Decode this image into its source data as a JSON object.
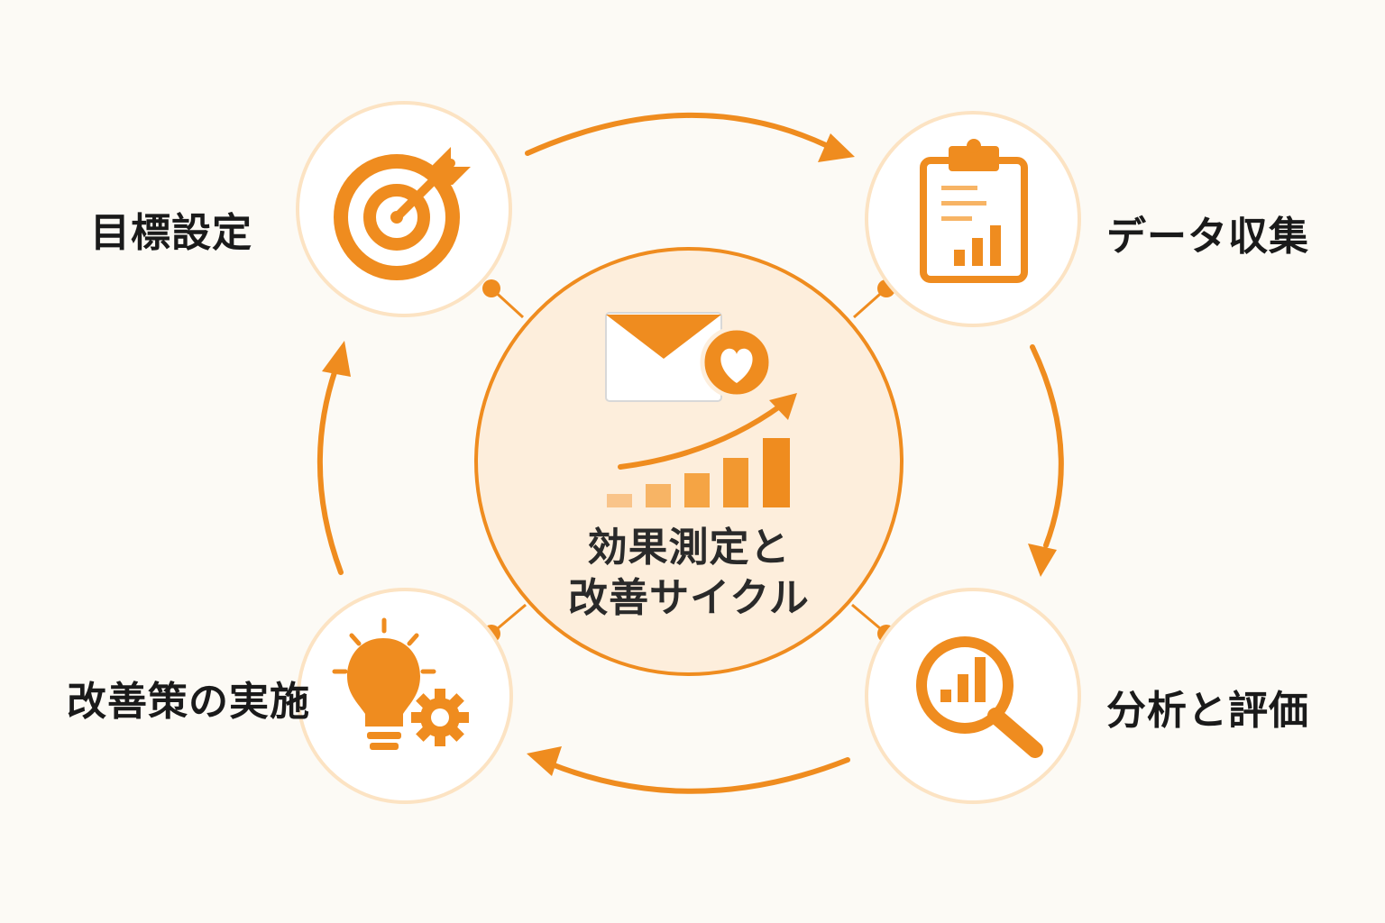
{
  "diagram": {
    "center": {
      "title_line1": "効果測定と",
      "title_line2": "改善サイクル",
      "icon": "email-heart-growth-icon"
    },
    "steps": [
      {
        "label": "目標設定",
        "icon": "target-arrow-icon"
      },
      {
        "label": "データ収集",
        "icon": "clipboard-chart-icon"
      },
      {
        "label": "分析と評価",
        "icon": "magnifier-chart-icon"
      },
      {
        "label": "改善策の実施",
        "icon": "lightbulb-gear-icon"
      }
    ],
    "flow_direction": "clockwise",
    "colors": {
      "accent": "#ef8c1f",
      "accent_light": "#f7b465",
      "ring": "#fce3c3",
      "center_fill": "#fdeedc",
      "background": "#fcfaf5",
      "text": "#1a1a1a"
    }
  }
}
